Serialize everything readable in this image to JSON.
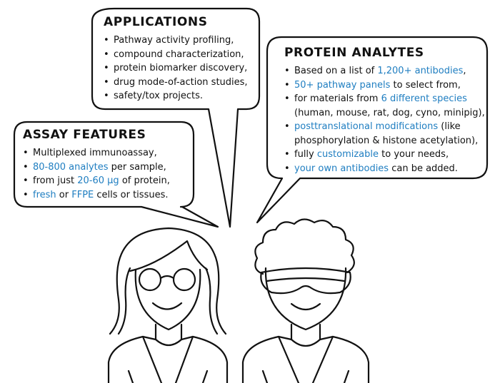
{
  "applications": {
    "title": "APPLICATIONS",
    "items": [
      "Pathway activity profiling,",
      "compound characterization,",
      "protein biomarker discovery,",
      "drug mode-of-action studies,",
      "safety/tox projects."
    ]
  },
  "assay_features": {
    "title": "ASSAY FEATURES",
    "items": [
      {
        "parts": [
          "Multiplexed immunoassay,"
        ]
      },
      {
        "parts": [
          "",
          "80-800 analytes",
          " per sample,"
        ]
      },
      {
        "parts": [
          "from just ",
          "20-60 µg",
          " of protein,"
        ]
      },
      {
        "parts": [
          "",
          "fresh",
          " or ",
          "FFPE",
          " cells or tissues."
        ]
      }
    ]
  },
  "protein_analytes": {
    "title": "PROTEIN ANALYTES",
    "items": [
      {
        "parts": [
          "Based on a list of ",
          "1,200+ antibodies",
          ","
        ]
      },
      {
        "parts": [
          "",
          "50+ pathway panels",
          " to select from,"
        ]
      },
      {
        "parts": [
          "for materials from ",
          "6 different species"
        ],
        "cont": "(human, mouse, rat, dog, cyno, minipig),"
      },
      {
        "parts": [
          "",
          "posttranslational modifications",
          " (like"
        ],
        "cont": "phosphorylation & histone acetylation),"
      },
      {
        "parts": [
          "fully ",
          "customizable",
          " to your needs,"
        ]
      },
      {
        "parts": [
          "",
          "your own antibodies",
          " can be added."
        ]
      }
    ]
  },
  "colors": {
    "highlight": "#1f7ec1",
    "ink": "#111111"
  },
  "icons": [
    "woman-scientist-icon",
    "man-scientist-icon"
  ]
}
